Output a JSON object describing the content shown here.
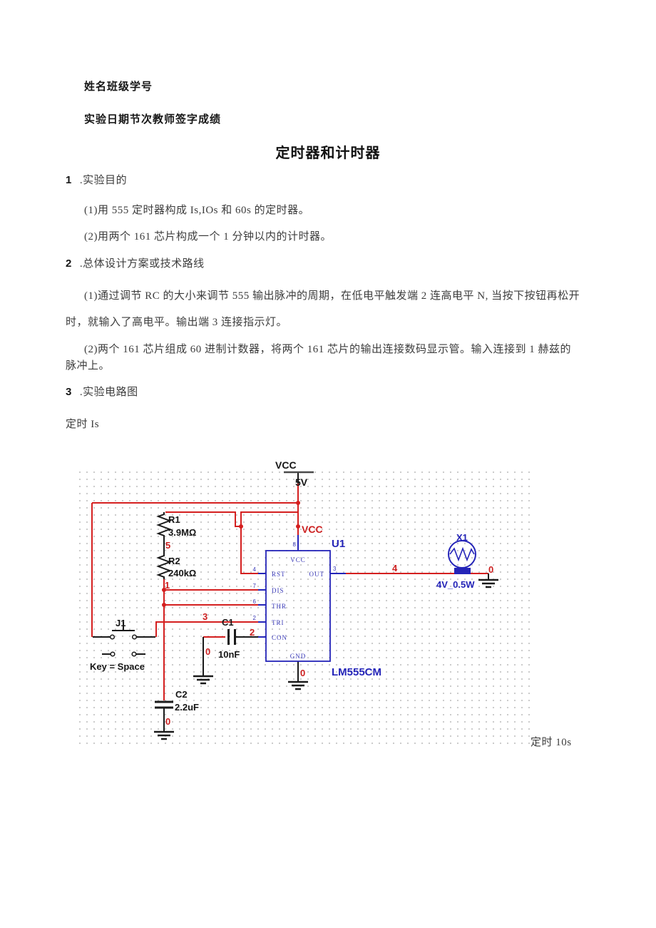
{
  "doc": {
    "header_line1": "姓名班级学号",
    "header_line2": "实验日期节次教师签字成绩",
    "title": "定时器和计时器",
    "sections": [
      {
        "num": "1",
        "label": ".实验目的"
      },
      {
        "num": "2",
        "label": ".总体设计方案或技术路线"
      },
      {
        "num": "3",
        "label": ".实验电路图"
      }
    ],
    "paragraphs": {
      "p1": "(1)用 555 定时器构成 Is,IOs 和 60s 的定时器。",
      "p2": "(2)用两个 161 芯片构成一个 1 分钟以内的计时器。",
      "p3a": "(1)通过调节 RC 的大小来调节 555 输出脉冲的周期，在低电平触发端 2 连高电平 N, 当按下按钮再松开",
      "p3b": "时，就输入了高电平。输出端 3 连接指示灯。",
      "p4a": "(2)两个 161 芯片组成 60 进制计数器，将两个 161 芯片的输出连接数码显示管。输入连接到 1 赫兹的",
      "p4b": "脉冲上。"
    },
    "caption_1s": "定时 Is",
    "caption_10s": "定时 10s"
  },
  "schematic": {
    "colors": {
      "wire_red": "#d41f1f",
      "component_blue": "#2424b8",
      "net_label_red": "#cc1f1f",
      "lead_black": "#1a1a1a",
      "grid_dot": "#c6c6c6"
    },
    "power": {
      "vcc_label": "VCC",
      "voltage": "5V"
    },
    "components": {
      "r1": {
        "ref": "R1",
        "value": "3.9MΩ"
      },
      "r2": {
        "ref": "R2",
        "value": "240kΩ"
      },
      "c1": {
        "ref": "C1",
        "value": "10nF"
      },
      "c2": {
        "ref": "C2",
        "value": "2.2uF"
      },
      "j1": {
        "ref": "J1",
        "key": "Key = Space"
      },
      "x1": {
        "ref": "X1",
        "value": "4V_0.5W"
      },
      "u1": {
        "ref": "U1",
        "part": "LM555CM",
        "vcc_net": "VCC",
        "pins": {
          "vcc": "VCC",
          "gnd": "GND",
          "rst": "RST",
          "dis": "DIS",
          "thr": "THR",
          "tri": "TRI",
          "con": "CON",
          "out": "OUT"
        },
        "pin_numbers": {
          "vcc": "8",
          "rst": "4",
          "dis": "7",
          "thr": "6",
          "tri": "2",
          "out": "3"
        }
      }
    },
    "nets": {
      "n5": "5",
      "n1": "1",
      "n3": "3",
      "n2": "2",
      "n4": "4",
      "n0": "0"
    }
  }
}
